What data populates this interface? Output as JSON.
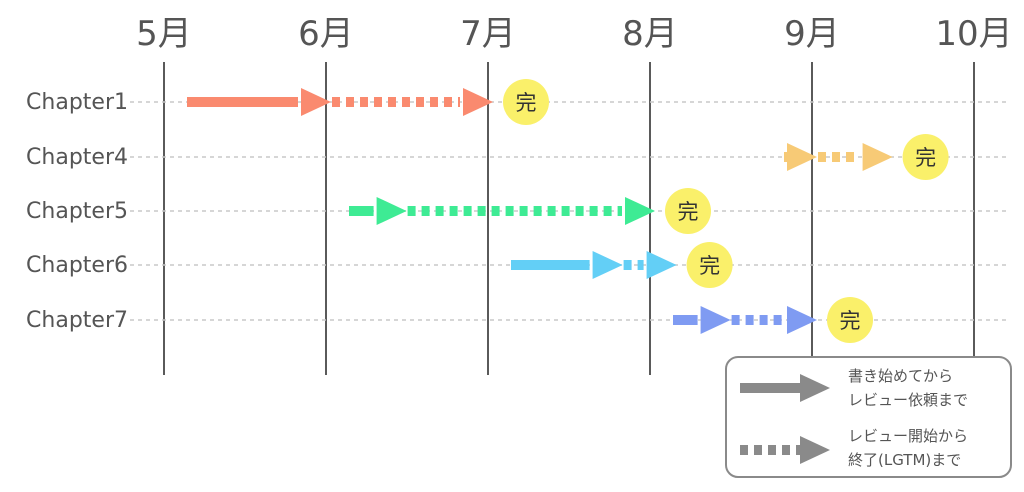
{
  "months": [
    "5月",
    "6月",
    "7月",
    "8月",
    "9月",
    "10月"
  ],
  "chapters": [
    {
      "label": "Chapter1",
      "write": [
        "05-01",
        "06-01"
      ],
      "review": [
        "06-01",
        "07-01"
      ],
      "done": "07-01",
      "color": "#FA8A6F"
    },
    {
      "label": "Chapter4",
      "write": [
        "08-25",
        "09-01"
      ],
      "review": [
        "09-01",
        "09-15"
      ],
      "done": "09-15",
      "color": "#F7CA76"
    },
    {
      "label": "Chapter5",
      "write": [
        "06-01",
        "06-15"
      ],
      "review": [
        "06-15",
        "08-01"
      ],
      "done": "08-01",
      "color": "#3EEB94"
    },
    {
      "label": "Chapter6",
      "write": [
        "07-01",
        "07-25"
      ],
      "review": [
        "07-25",
        "08-05"
      ],
      "done": "08-05",
      "color": "#63CFF6"
    },
    {
      "label": "Chapter7",
      "write": [
        "08-01",
        "08-15"
      ],
      "review": [
        "08-15",
        "08-31"
      ],
      "done": "08-31",
      "color": "#7F9BF2"
    }
  ],
  "done_mark": "完",
  "colors": {
    "grid": "#5a5a5a",
    "row_line": "#c8c8c8",
    "done_circle": "#FAF06A",
    "legend_arrow": "#8a8a8a",
    "legend_border": "#8a8a8a",
    "text": "#555555"
  },
  "legend": {
    "write_line1": "書き始めてから",
    "write_line2": "レビュー依頼まで",
    "review_line1": "レビュー開始から",
    "review_line2": "終了(LGTM)まで"
  }
}
